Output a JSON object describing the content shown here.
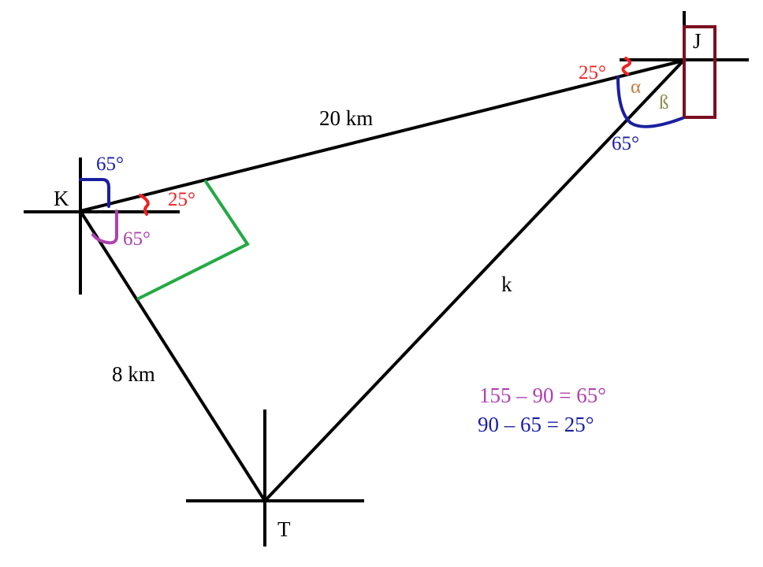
{
  "points": {
    "K": "K",
    "J": "J",
    "T": "T"
  },
  "distances": {
    "KJ": "20 km",
    "KT": "8 km",
    "JT": "k"
  },
  "angles": {
    "K_north": "65°",
    "K_east": "25°",
    "K_bearing": "65°",
    "J_west": "25°",
    "J_inner": "65°",
    "alpha": "α",
    "beta": "ß"
  },
  "equations": {
    "line1": "155 – 90 = 65°",
    "line2": "90 – 65 = 25°"
  },
  "colors": {
    "lines": "#000000",
    "blue": "#1a1fa0",
    "red": "#ee2222",
    "purple": "#b040b0",
    "green": "#22aa44",
    "box": "#7a1020",
    "alpha": "#c07a40",
    "beta": "#8a8a50"
  }
}
